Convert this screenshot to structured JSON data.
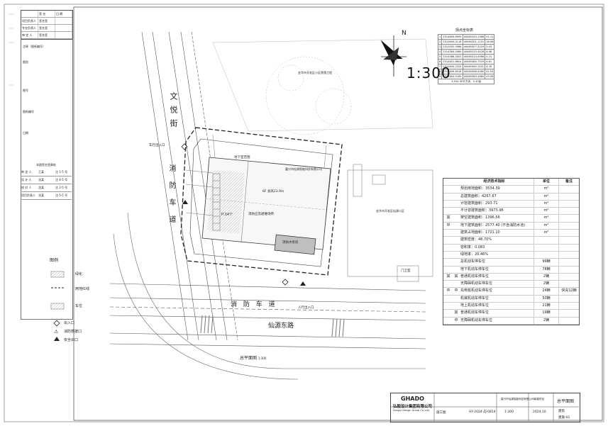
{
  "revision_block": {
    "header": [
      "",
      "签 名",
      "日 期"
    ],
    "rows": [
      "项目负责人",
      "专业负责人",
      "审 定 人"
    ],
    "mid_values": [
      "签名签",
      "签名签",
      "签名签"
    ],
    "note": "注释（图纸编号）"
  },
  "left_column": {
    "labels": [
      "图别",
      "图号",
      "图纸编号",
      "日期"
    ]
  },
  "sign_block": {
    "title": "本图签名签章处",
    "rows": [
      {
        "role": "审 定 人",
        "name": "王某",
        "val": "注 1-5 号"
      },
      {
        "role": "设 计 人",
        "name": "沈某",
        "val": "注 4-5 号"
      },
      {
        "role": "校 对 人",
        "name": "沈某",
        "val": "注 2-5 号"
      },
      {
        "role": "项目负责人",
        "name": "沈某",
        "val": "注 5-5 号"
      }
    ]
  },
  "coord_table": {
    "title": "拐点坐标表",
    "rows": [
      [
        "1",
        "3314609.8995",
        "40465343.2368",
        "51.11"
      ],
      [
        "2",
        "3314605.0118",
        "40465301.1151",
        "18.08"
      ],
      [
        "3",
        "3314592.0966",
        "40465307.5229",
        "5.43"
      ],
      [
        "4",
        "3314584.5069",
        "40465313.4428",
        "4.98"
      ],
      [
        "5",
        "3314586.3003",
        "40465314.0066",
        "0.74"
      ],
      [
        "6",
        "3314601.6624",
        "40465360.7529",
        "4.61"
      ],
      [
        "7",
        "3314604.2525",
        "40465365.1031",
        "4.78"
      ],
      [
        "8",
        "3314609.6018",
        "40465366.0080",
        "41.04"
      ],
      [
        "9",
        "3314604.0185",
        "40465363.2680",
        "45.98"
      ]
    ],
    "total": "3,534.39平方米，5.30亩"
  },
  "scale": "1:300",
  "north_label": "N",
  "plan_labels": {
    "road_west": "文悦街",
    "road_south": "仙源东路",
    "fire_lane_south": "消 防 车 道",
    "fire_lane_west": "消防车道",
    "main_building": "嘉兴市仙源智能科技有限公司",
    "plot_north": "金华市开发区小区院落工程",
    "plot_east": "金华市开发区仙源小区",
    "parking": "P:14个",
    "plan_title": "总平面图",
    "plan_title_scale": "1:300",
    "entrance_south": "人行出入口",
    "entrance_west": "车行出入口",
    "building_note": "6F 总高23.9m",
    "green": "绿化",
    "basement": "地下室范围",
    "pump_room": "消防水泵房",
    "fire_storage": "消防应急避难场所",
    "storage": "门卫室"
  },
  "legend": {
    "title": "图例",
    "items": [
      {
        "icon": "green-hatch",
        "label": "绿化"
      },
      {
        "icon": "dashed-line",
        "label": "用地红线"
      },
      {
        "icon": "parking-hatch",
        "label": "车位"
      },
      {
        "icon": "diamond-icon",
        "label": "出入口"
      },
      {
        "icon": "fire-rescue-icon",
        "label": "消防救援口"
      },
      {
        "icon": "triangle-icon",
        "label": "安全出口"
      }
    ]
  },
  "tech_table": {
    "title": "经济技术指标",
    "col_unit": "单位",
    "col_note": "备注",
    "rows": [
      {
        "g1": "",
        "g2": "",
        "name": "规划用地面积：3534.39",
        "unit": "m²",
        "note": ""
      },
      {
        "g1": "",
        "g2": "",
        "name": "总建筑面积：4267.67",
        "unit": "m²",
        "note": ""
      },
      {
        "g1": "",
        "g2": "",
        "name": "计容建筑面积：293.71",
        "unit": "m²",
        "note": ""
      },
      {
        "g1": "",
        "g2": "",
        "name": "不计容建筑面积：3973.96",
        "unit": "m²",
        "note": ""
      },
      {
        "g1": "其",
        "g2": "",
        "name": "架空建筑面积：1396.56",
        "unit": "m²",
        "note": ""
      },
      {
        "g1": "中",
        "g2": "",
        "name": "地下建筑面积：2577.40  (不含消防水池)",
        "unit": "m²",
        "note": ""
      },
      {
        "g1": "",
        "g2": "",
        "name": "建筑占地面积：1721.10",
        "unit": "m²",
        "note": ""
      },
      {
        "g1": "",
        "g2": "",
        "name": "建筑密度：48.70%",
        "unit": "",
        "note": ""
      },
      {
        "g1": "",
        "g2": "",
        "name": "容积率：0.083",
        "unit": "",
        "note": ""
      },
      {
        "g1": "",
        "g2": "",
        "name": "绿地率：20.46%",
        "unit": "",
        "note": ""
      },
      {
        "g1": "",
        "g2": "",
        "name": "总机动车停车位",
        "unit": "99辆",
        "note": ""
      },
      {
        "g1": "",
        "g2": "",
        "name": "地下机动车停车位",
        "unit": "78辆",
        "note": ""
      },
      {
        "g1": "其",
        "g2": "其",
        "name": "普通机动车停车位",
        "unit": "2辆",
        "note": ""
      },
      {
        "g1": "",
        "g2": "",
        "name": "无障碍机动车停车位",
        "unit": "2辆",
        "note": ""
      },
      {
        "g1": "中",
        "g2": "中",
        "name": "充电桩机动车停车位",
        "unit": "24辆",
        "note": "快充12辆"
      },
      {
        "g1": "",
        "g2": "",
        "name": "机械机动车停车位",
        "unit": "50辆",
        "note": ""
      },
      {
        "g1": "",
        "g2": "",
        "name": "地上机动车停车位",
        "unit": "21辆",
        "note": ""
      },
      {
        "g1": "",
        "g2": "其",
        "name": "普通机动车停车位",
        "unit": "19辆",
        "note": ""
      },
      {
        "g1": "",
        "g2": "中",
        "name": "无障碍机动车停车位",
        "unit": "2辆",
        "note": ""
      }
    ]
  },
  "title_block": {
    "logo": "GHADO",
    "company": "弘毅设计集团有限公司",
    "company_sub": "Hongyi Design Group Co.,Ltd.",
    "project": "嘉兴市仙源智能科技有限公司新建项目",
    "stage": "施工图",
    "drawing_name": "总平面图",
    "discipline": "建筑",
    "drawing_no": "建施-01",
    "date": "2024.10",
    "scale_label": "1:300",
    "project_no": "HY-2024-ZJ-0814"
  },
  "colors": {
    "line": "#333333",
    "grid": "#999999",
    "fill_building": "#d9d9d9"
  }
}
